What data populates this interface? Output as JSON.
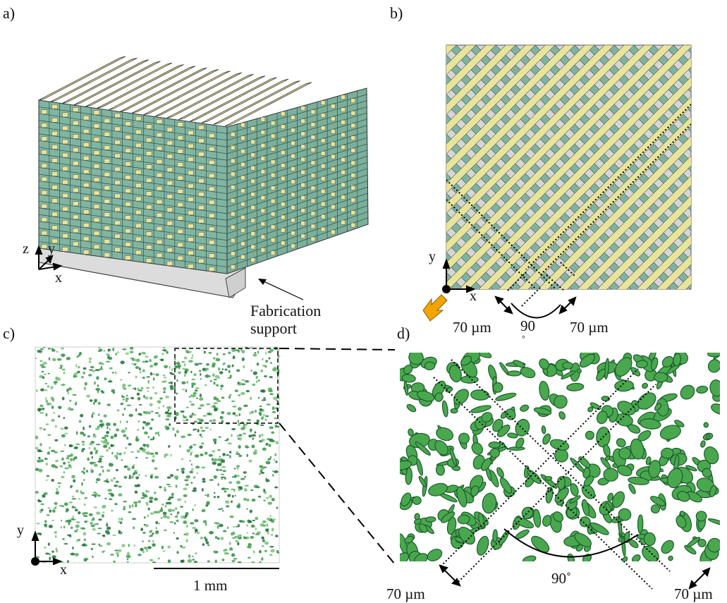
{
  "panels": {
    "a": {
      "label": "a)",
      "axes": {
        "z": "z",
        "y": "y",
        "x": "x"
      },
      "annotation": "Fabrication support"
    },
    "b": {
      "label": "b)",
      "axes": {
        "y": "y",
        "x": "x"
      },
      "dim_left": "70 µm",
      "dim_right": "70 µm",
      "angle": "90",
      "degree_mark": "°"
    },
    "c": {
      "label": "c)",
      "axes": {
        "y": "y",
        "x": "x"
      },
      "scale_bar": "1 mm"
    },
    "d": {
      "label": "d)",
      "dim_left": "70 µm",
      "dim_right": "70 µm",
      "angle": "90˚"
    }
  },
  "colors": {
    "yellow_strut": "#e8e49a",
    "green_strut": "#7fb3a0",
    "grey_support": "#dedede",
    "scan_green": "#3d9a4a",
    "arrow_orange": "#f2a500"
  }
}
